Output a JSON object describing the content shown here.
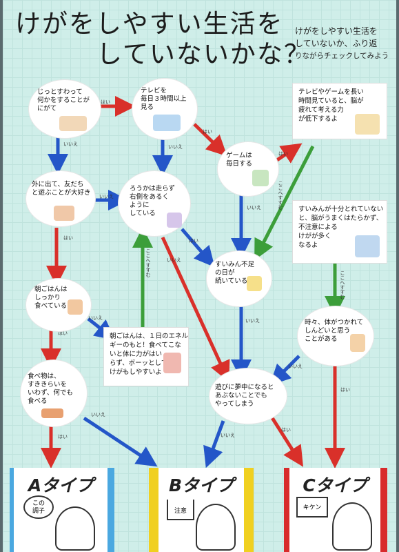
{
  "title": {
    "line1": "けがをしやすい生活を",
    "line2": "していないかな？"
  },
  "subtitle": {
    "line1": "けがをしやすい生活を",
    "line2": "していないか、ふり返",
    "line3": "りながらチェックしてみよう"
  },
  "nodes": {
    "n1": "じっとすわって\n何かをすることが\nにがて",
    "n2": "テレビを\n毎日３時間以上\n見る",
    "n3": "テレビやゲームを長い\n時間見ていると、脳が\n疲れて考える力\nが低下するよ",
    "n4": "ゲームは\n毎日する",
    "n5": "外に出て、友だち\nと遊ぶことが大好き",
    "n6": "ろうかは走らず\n右側をあるく\nように\nしている",
    "n7": "すいみんが十分とれていない\nと、脳がうまくはたらかず、\n不注意による\nけがが多く\nなるよ",
    "n8": "すいみん不足\nの日が\n続いている",
    "n9": "朝ごはんは\nしっかり\n食べている",
    "n10": "朝ごはんは、１日のエネル\nギーのもと！食べてこな\nいと体に力がはい\nらず、ボーッとして\nけがもしやすいよ",
    "n11": "時々、体がつかれて\nしんどいと思う\nことがある",
    "n12": "食べ物は、\nすききらいを\nいわず、何でも\n食べる",
    "n13": "遊びに夢中になると\nあぶないことでも\nやってしまう"
  },
  "edge_labels": {
    "yes": "はい",
    "no": "いいえ",
    "care": "ここへすすむ"
  },
  "types": {
    "a": "Aタイプ",
    "b": "Bタイプ",
    "c": "Cタイプ"
  },
  "badges": {
    "a": "この\n調子",
    "b": "注意",
    "c": "キケン"
  },
  "colors": {
    "yes_arrow": "#d9302a",
    "no_arrow": "#2456c8",
    "care_arrow": "#3c9e3a",
    "a_frame": "#4aa8e0",
    "b_frame": "#f0d020",
    "c_frame": "#d82b2b"
  }
}
